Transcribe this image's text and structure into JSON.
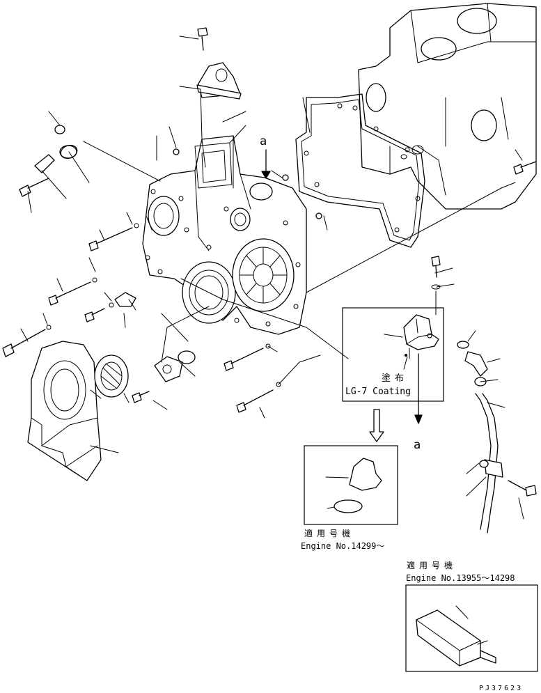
{
  "diagram": {
    "callout_a_top": "a",
    "callout_a_right": "a",
    "coating_box": {
      "note_jp": "塗布",
      "note_en": "LG-7 Coating"
    },
    "inset_engine_14299": {
      "heading_jp": "適用号機",
      "range": "Engine No.14299～"
    },
    "inset_engine_13955": {
      "heading_jp": "適用号機",
      "range": "Engine No.13955～14298"
    },
    "figure_code": "PJ37623"
  }
}
